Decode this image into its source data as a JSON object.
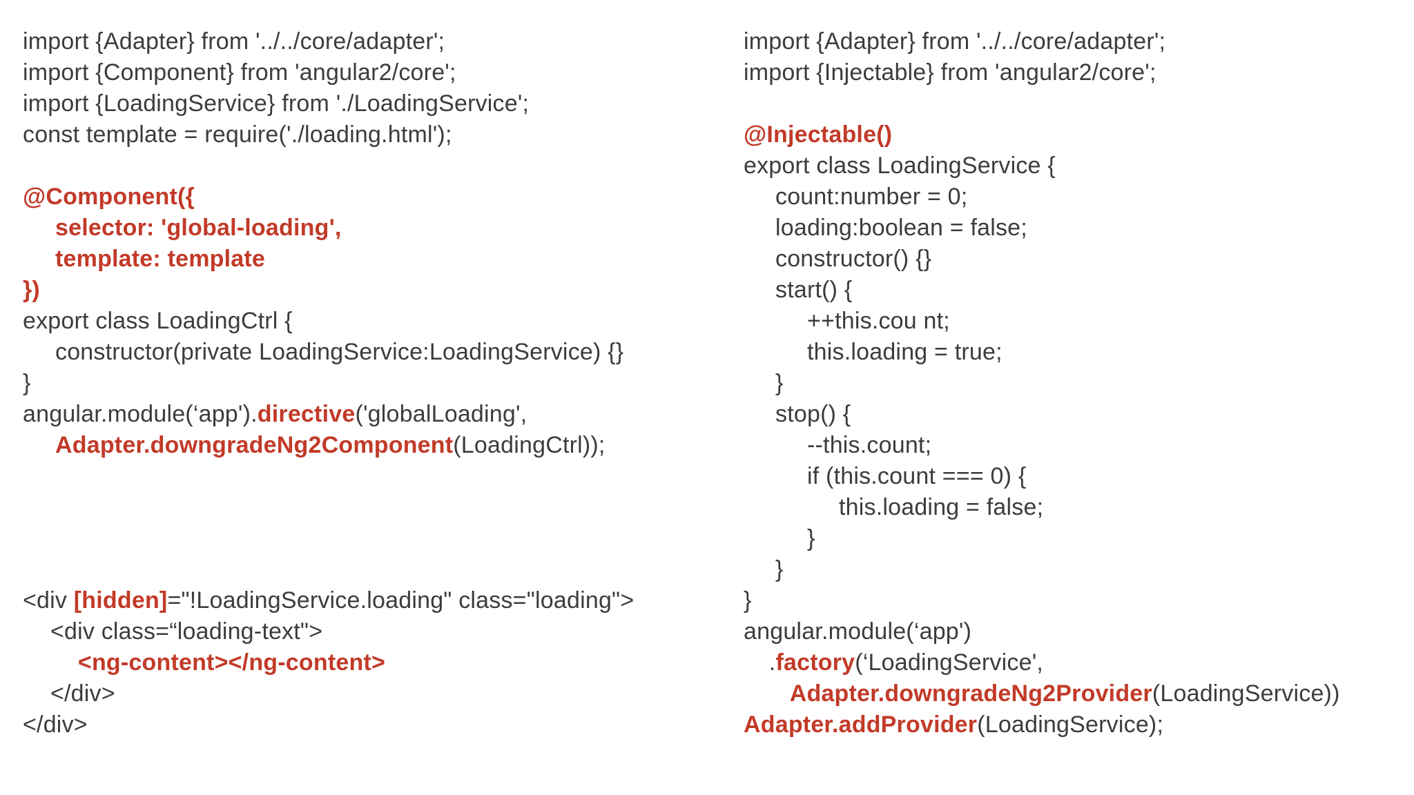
{
  "slide": {
    "background_color": "#ffffff",
    "text_color": "#3c3c3c",
    "accent_color": "#c23a28",
    "left_code": {
      "language": "typescript-component-and-template",
      "lines": [
        {
          "indent": 0,
          "segments": [
            {
              "text": "import {Adapter} from '../../core/adapter';",
              "accent": false
            }
          ]
        },
        {
          "indent": 0,
          "segments": [
            {
              "text": "import {Component} from 'angular2/core';",
              "accent": false
            }
          ]
        },
        {
          "indent": 0,
          "segments": [
            {
              "text": "import {LoadingService} from './LoadingService';",
              "accent": false
            }
          ]
        },
        {
          "indent": 0,
          "segments": [
            {
              "text": "const template = require('./loading.html');",
              "accent": false
            }
          ]
        },
        {
          "indent": 0,
          "segments": []
        },
        {
          "indent": 0,
          "segments": [
            {
              "text": "@Component({",
              "accent": true
            }
          ]
        },
        {
          "indent": 1,
          "segments": [
            {
              "text": "selector: 'global-loading',",
              "accent": true
            }
          ]
        },
        {
          "indent": 1,
          "segments": [
            {
              "text": "template: template",
              "accent": true
            }
          ]
        },
        {
          "indent": 0,
          "segments": [
            {
              "text": "})",
              "accent": true
            }
          ]
        },
        {
          "indent": 0,
          "segments": [
            {
              "text": "export class LoadingCtrl {",
              "accent": false
            }
          ]
        },
        {
          "indent": 1,
          "segments": [
            {
              "text": "constructor(private LoadingService:LoadingService) {}",
              "accent": false
            }
          ]
        },
        {
          "indent": 0,
          "segments": [
            {
              "text": "}",
              "accent": false
            }
          ]
        },
        {
          "indent": 0,
          "segments": [
            {
              "text": "angular.module(‘app').",
              "accent": false
            },
            {
              "text": "directive",
              "accent": true
            },
            {
              "text": "('globalLoading',",
              "accent": false
            }
          ]
        },
        {
          "indent": 1,
          "segments": [
            {
              "text": "Adapter.downgradeNg2Component",
              "accent": true
            },
            {
              "text": "(LoadingCtrl));",
              "accent": false
            }
          ]
        },
        {
          "indent": 0,
          "segments": []
        },
        {
          "indent": 0,
          "segments": []
        },
        {
          "indent": 0,
          "segments": []
        },
        {
          "indent": 0,
          "segments": []
        },
        {
          "indent": -0.2,
          "segments": [
            {
              "text": "<div ",
              "accent": false
            },
            {
              "text": "[hidden]",
              "accent": true
            },
            {
              "text": "=\"!LoadingService.loading\" class=\"loading\">",
              "accent": false
            }
          ]
        },
        {
          "indent": 0.85,
          "segments": [
            {
              "text": "<div class=“loading-text\">",
              "accent": false
            }
          ]
        },
        {
          "indent": 1.7,
          "segments": [
            {
              "text": "<ng-content></ng-content>",
              "accent": true
            }
          ]
        },
        {
          "indent": 0.85,
          "segments": [
            {
              "text": "</div>",
              "accent": false
            }
          ]
        },
        {
          "indent": -0.2,
          "segments": [
            {
              "text": "</div>",
              "accent": false
            }
          ]
        }
      ]
    },
    "right_code": {
      "language": "typescript-service",
      "lines": [
        {
          "indent": 0,
          "segments": [
            {
              "text": "import {Adapter} from '../../core/adapter';",
              "accent": false
            }
          ]
        },
        {
          "indent": 0,
          "segments": [
            {
              "text": "import {Injectable} from 'angular2/core';",
              "accent": false
            }
          ]
        },
        {
          "indent": 0,
          "segments": []
        },
        {
          "indent": 0,
          "segments": [
            {
              "text": "@Injectable()",
              "accent": true
            }
          ]
        },
        {
          "indent": 0,
          "segments": [
            {
              "text": "export class LoadingService {",
              "accent": false
            }
          ]
        },
        {
          "indent": 1,
          "segments": [
            {
              "text": "count:number = 0;",
              "accent": false
            }
          ]
        },
        {
          "indent": 1,
          "segments": [
            {
              "text": "loading:boolean = false;",
              "accent": false
            }
          ]
        },
        {
          "indent": 1,
          "segments": [
            {
              "text": "constructor() {}",
              "accent": false
            }
          ]
        },
        {
          "indent": 1,
          "segments": [
            {
              "text": "start() {",
              "accent": false
            }
          ]
        },
        {
          "indent": 2,
          "segments": [
            {
              "text": "++this.cou nt;",
              "accent": false
            }
          ]
        },
        {
          "indent": 2,
          "segments": [
            {
              "text": "this.loading = true;",
              "accent": false
            }
          ]
        },
        {
          "indent": 1,
          "segments": [
            {
              "text": "}",
              "accent": false
            }
          ]
        },
        {
          "indent": 1,
          "segments": [
            {
              "text": "stop() {",
              "accent": false
            }
          ]
        },
        {
          "indent": 2,
          "segments": [
            {
              "text": "--this.count;",
              "accent": false
            }
          ]
        },
        {
          "indent": 2,
          "segments": [
            {
              "text": "if (this.count === 0) {",
              "accent": false
            }
          ]
        },
        {
          "indent": 3,
          "segments": [
            {
              "text": "this.loading = false;",
              "accent": false
            }
          ]
        },
        {
          "indent": 2,
          "segments": [
            {
              "text": "}",
              "accent": false
            }
          ]
        },
        {
          "indent": 1,
          "segments": [
            {
              "text": "}",
              "accent": false
            }
          ]
        },
        {
          "indent": 0,
          "segments": [
            {
              "text": "}",
              "accent": false
            }
          ]
        },
        {
          "indent": 0,
          "segments": [
            {
              "text": "angular.module(‘app')",
              "accent": false
            }
          ]
        },
        {
          "indent": 0.8,
          "segments": [
            {
              "text": ".",
              "accent": false
            },
            {
              "text": "factory",
              "accent": true
            },
            {
              "text": "(‘LoadingService',",
              "accent": false
            }
          ]
        },
        {
          "indent": 1.45,
          "segments": [
            {
              "text": "Adapter.downgradeNg2Provider",
              "accent": true
            },
            {
              "text": "(LoadingService))",
              "accent": false
            }
          ]
        },
        {
          "indent": 0,
          "segments": [
            {
              "text": "Adapter.addProvider",
              "accent": true
            },
            {
              "text": "(LoadingService);",
              "accent": false
            }
          ]
        }
      ]
    }
  }
}
